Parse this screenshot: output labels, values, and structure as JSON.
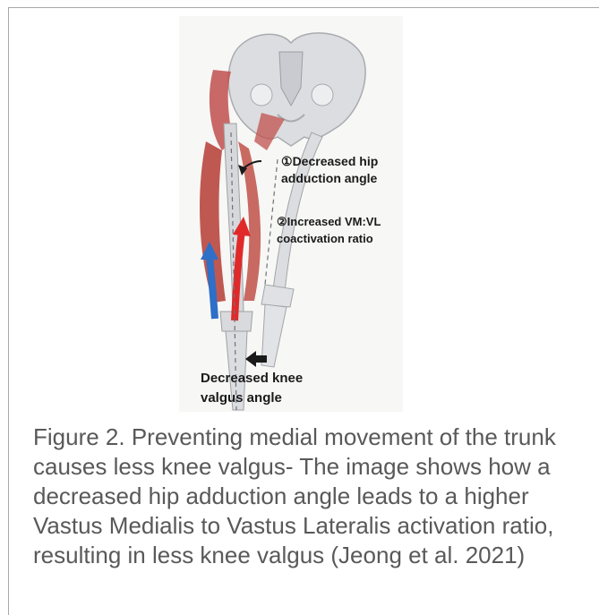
{
  "figure": {
    "label_1_marker": "①",
    "label_1_line1": "Decreased hip",
    "label_1_line2": "adduction angle",
    "label_2_marker": "②",
    "label_2_line1": "Increased VM:VL",
    "label_2_line2": "coactivation ratio",
    "label_3_line1": "Decreased knee",
    "label_3_line2": "valgus angle"
  },
  "caption": "Figure 2. Preventing medial movement of the trunk causes less knee valgus- The image shows how a decreased hip adduction angle leads to a higher Vastus Medialis to Vastus Lateralis activation ratio, resulting in less knee valgus  (Jeong et al. 2021)",
  "colors": {
    "muscle": "#c0504d",
    "vastus_medialis_arrow": "#2e6fc7",
    "vastus_lateralis_arrow": "#e02a2a",
    "bone": "#d6d8dc",
    "caption_text": "#595959"
  }
}
